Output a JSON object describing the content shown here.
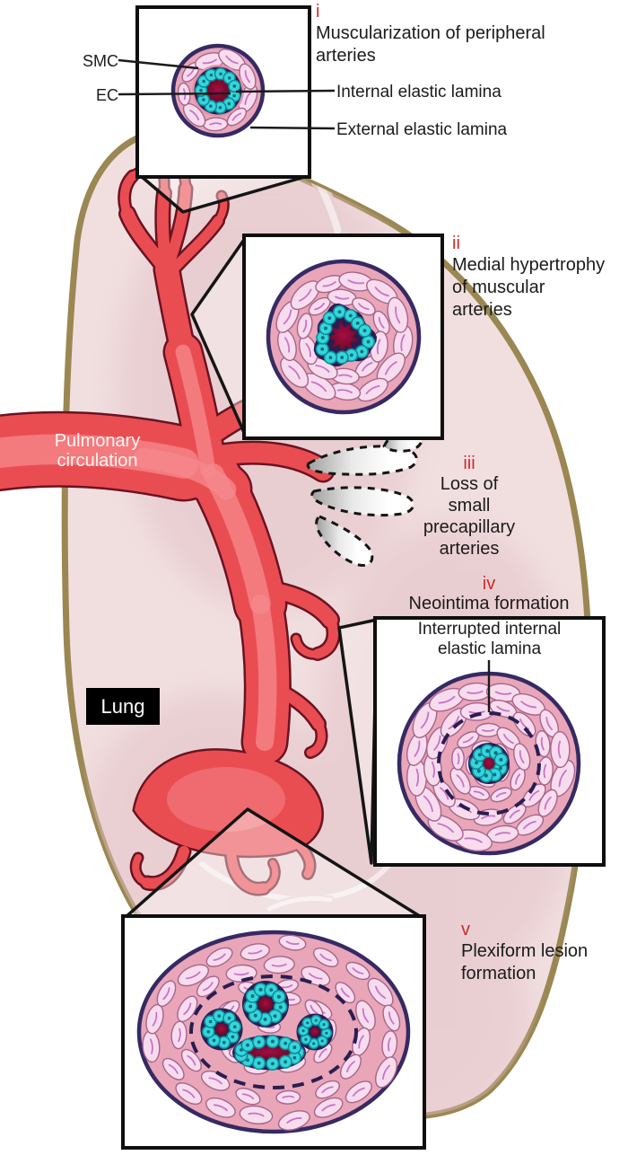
{
  "figure": {
    "labels": {
      "smc": "SMC",
      "ec": "EC",
      "pulmonary_circulation": "Pulmonary\ncirculation",
      "lung": "Lung"
    },
    "callouts": {
      "i": {
        "numeral": "i",
        "title": "Muscularization of peripheral\narteries",
        "internal_lamina": "Internal elastic lamina",
        "external_lamina": "External elastic lamina"
      },
      "ii": {
        "numeral": "ii",
        "title": "Medial hypertrophy\nof muscular\narteries"
      },
      "iii": {
        "numeral": "iii",
        "label": "Loss of\nsmall\nprecapillary\narteries"
      },
      "iv": {
        "numeral": "iv",
        "title": "Neointima formation",
        "inner_label": "Interrupted internal\nelastic lamina"
      },
      "v": {
        "numeral": "v",
        "title": "Plexiform lesion\nformation"
      }
    },
    "palette": {
      "red_accent": "#cf2b2b",
      "text": "#1b1b1b",
      "box_border": "#0f0f0f",
      "white": "#ffffff",
      "lung_fill": "#f1dfe0",
      "lung_shade": "#e2bfc4",
      "lung_border": "#9a8752",
      "vessel_red": "#e94d52",
      "vessel_outline": "#6b1322",
      "vessel_highlight": "#f6898c",
      "faded_airway": "#e6d0d2",
      "faded_airway_core": "#f8eef0",
      "media_pink": "#e8a6b8",
      "intima_pink": "#e493ab",
      "smc_fill": "#f7dcee",
      "smc_stroke": "#a8638c",
      "smc_nucleus": "#c873c8",
      "outer_ring_navy": "#352a63",
      "elastic_navy": "#2b1d52",
      "ec_fill": "#35d6da",
      "ec_stroke": "#0e8b9b",
      "ec_dot": "#0a6c7c",
      "lumen_dark": "#7a0a2c",
      "lumen_bright": "#a50d45"
    }
  }
}
